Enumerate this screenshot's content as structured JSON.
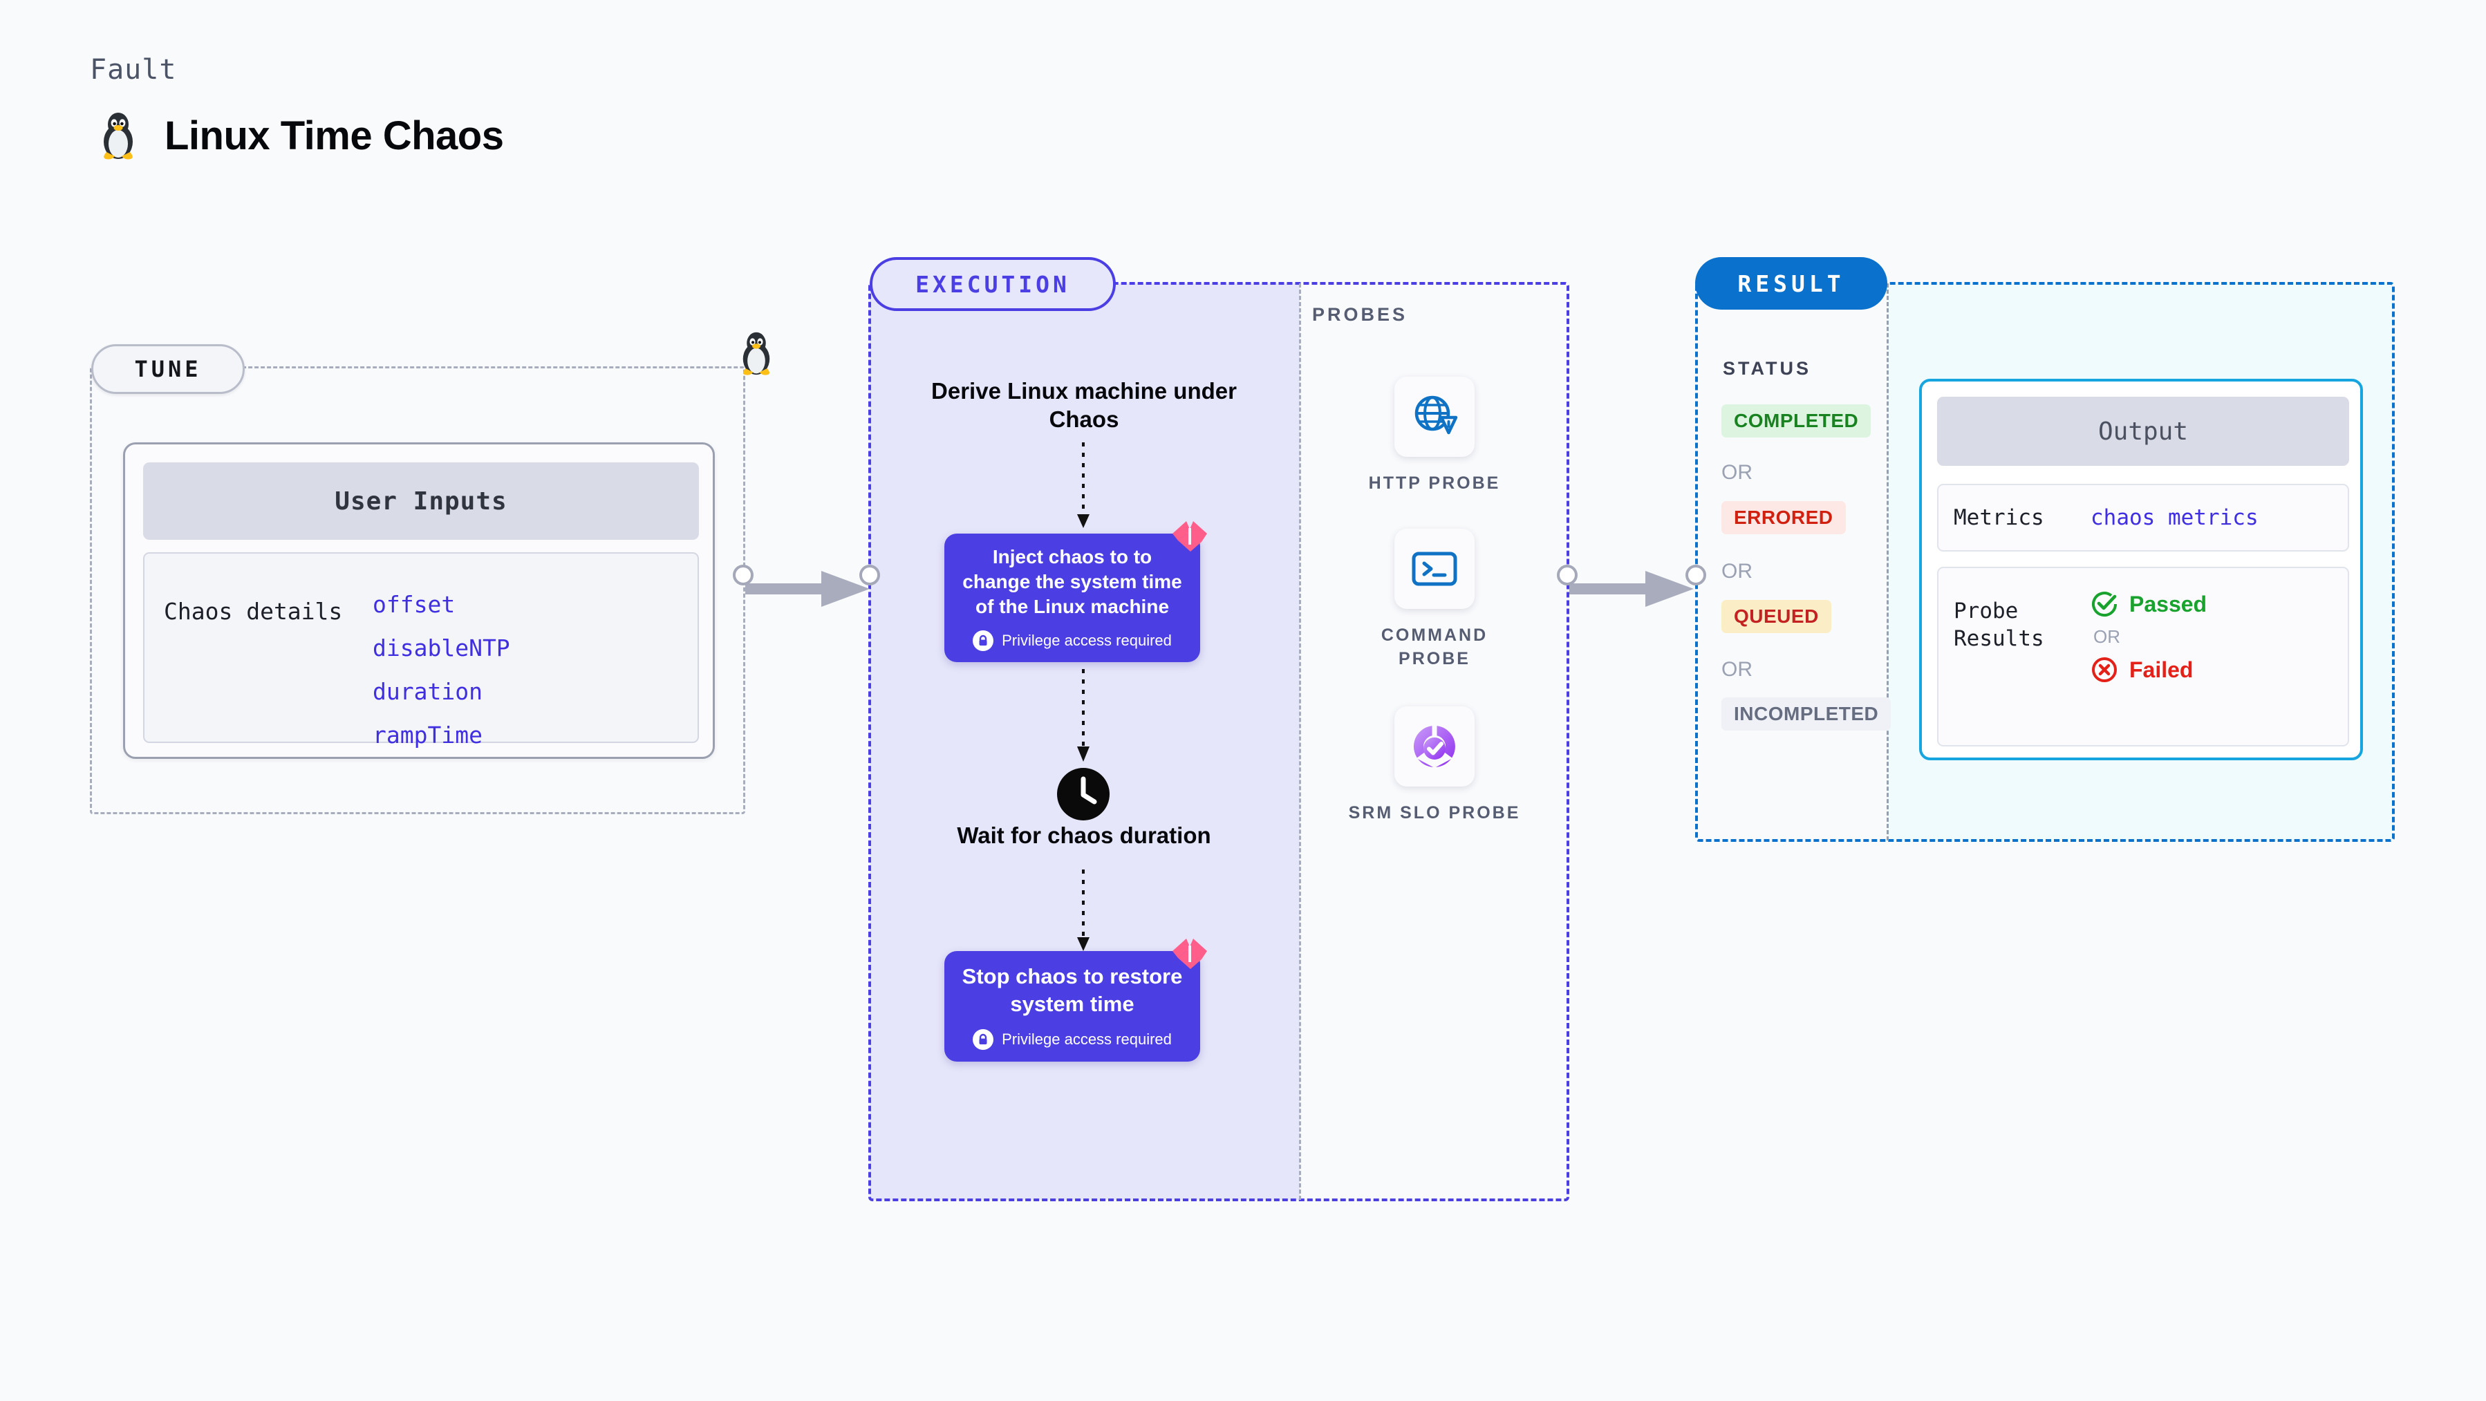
{
  "header": {
    "kicker": "Fault",
    "title": "Linux Time Chaos",
    "icon": "linux-penguin-icon"
  },
  "tune": {
    "tag": "TUNE",
    "card_title": "User Inputs",
    "detail_label": "Chaos details",
    "inputs": [
      "offset",
      "disableNTP",
      "duration",
      "rampTime"
    ]
  },
  "execution": {
    "tag": "EXECUTION",
    "step_1": "Derive Linux machine under Chaos",
    "step_2_title": "Inject chaos to to change the system time of the Linux machine",
    "step_2_note": "Privilege access required",
    "step_3": "Wait for chaos duration",
    "step_4_title": "Stop chaos to restore system time",
    "step_4_note": "Privilege access required"
  },
  "probes": {
    "label": "PROBES",
    "items": [
      {
        "name": "HTTP PROBE",
        "icon": "globe-warning-icon"
      },
      {
        "name": "COMMAND PROBE",
        "icon": "terminal-icon"
      },
      {
        "name": "SRM SLO PROBE",
        "icon": "slo-donut-check-icon"
      }
    ]
  },
  "result": {
    "tag": "RESULT",
    "status_label": "STATUS",
    "or": "OR",
    "statuses": [
      {
        "label": "COMPLETED",
        "bg": "#ddf5e0",
        "fg": "#17821f"
      },
      {
        "label": "ERRORED",
        "bg": "#fde8e6",
        "fg": "#cf2010"
      },
      {
        "label": "QUEUED",
        "bg": "#fbeec6",
        "fg": "#c42222"
      },
      {
        "label": "INCOMPLETED",
        "bg": "#eff1f6",
        "fg": "#666d80"
      }
    ],
    "output": {
      "title": "Output",
      "metrics_key": "Metrics",
      "metrics_value": "chaos metrics",
      "probe_key": "Probe Results",
      "passed": "Passed",
      "failed": "Failed",
      "or": "OR"
    }
  },
  "colors": {
    "page_bg": "#f9fafc",
    "execution_accent": "#4b3fe4",
    "execution_fill": "#e6e6fa",
    "result_accent": "#0a72cc",
    "result_fill": "#f0fbfe",
    "output_border": "#17a5e0",
    "harness_pink": "#ff5e8a",
    "probe_blue": "#0f72c4",
    "slo_purple": "#9b3cf0"
  }
}
